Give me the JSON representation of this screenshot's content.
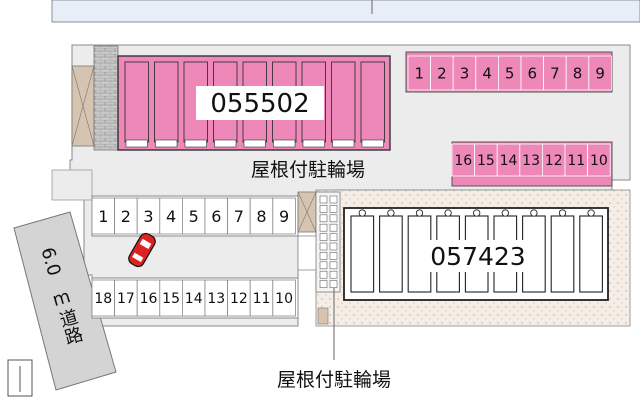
{
  "buildings": {
    "north": {
      "code": "055502"
    },
    "south": {
      "code": "057423"
    }
  },
  "bike_shelter_label": "屋根付駐輪場",
  "road": {
    "width": "6.0",
    "unit": "m",
    "name": "道路"
  },
  "parking_pink_top": [
    "1",
    "2",
    "3",
    "4",
    "5",
    "6",
    "7",
    "8",
    "9"
  ],
  "parking_pink_bottom": [
    "16",
    "15",
    "14",
    "13",
    "12",
    "11",
    "10"
  ],
  "parking_white_top": [
    "1",
    "2",
    "3",
    "4",
    "5",
    "6",
    "7",
    "8",
    "9"
  ],
  "parking_white_bottom": [
    "18",
    "17",
    "16",
    "15",
    "14",
    "13",
    "12",
    "11",
    "10"
  ],
  "colors": {
    "pink_fill": "#ee88b8",
    "pink_light": "#f4b6d4",
    "road_gray": "#d4d4d4",
    "lot_gray": "#ebebeb",
    "ground_dots": "#f4ebe2",
    "top_strip": "#e8eef8",
    "car_red": "#dd2222"
  }
}
